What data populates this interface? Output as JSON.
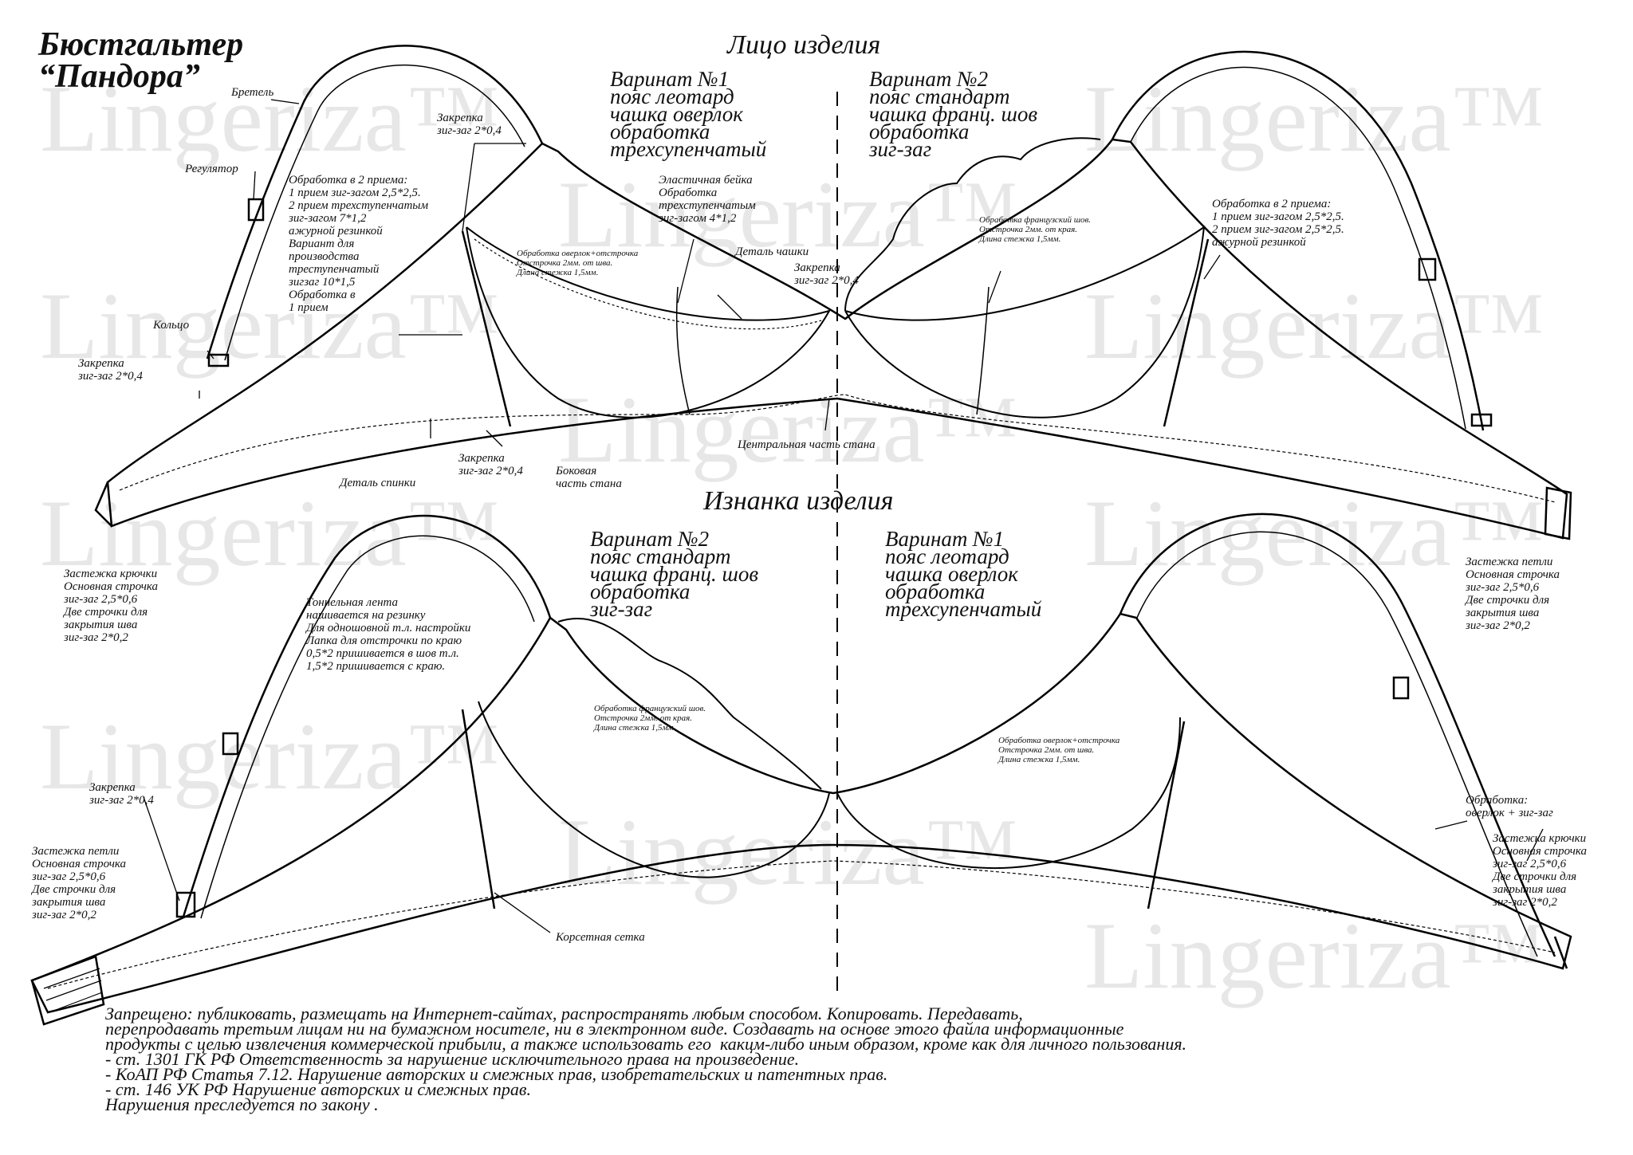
{
  "title": "Бюстгальтер\n“Пандора”",
  "watermark": "Lingeriza™",
  "front": {
    "heading": "Лицо изделия",
    "variant1": "Варинат №1\nпояс леотард\nчашка оверлок\nобработка\nтрехсупенчатый",
    "variant2": "Варинат №2\nпояс стандарт\nчашка франц. шов\nобработка\nзиг-заг",
    "labels": {
      "bretel": "Бретель",
      "regulator": "Регулятор",
      "zakrepka_top": "Закрепка\nзиг-заг 2*0,4",
      "obrabotka_left": "Обработка в 2 приема:\n1 прием зиг-загом 2,5*2,5.\n2 прием трехступенчатым\nзиг-загом 7*1,2\nажурной резинкой\nВариант для\nпроизводства\nтреступенчатый\nзигзаг 10*1,5\nОбработка в\n1 прием",
      "elastic": "Эластичная бейка\nОбработка\nтрехступенчатым\nзиг-загом 4*1,2",
      "overlock_small": "Обработка оверлок+отстрочка\nОтстрочка 2мм. от шва.\nДлина стежка 1,5мм.",
      "cup_detail": "Деталь чашки",
      "zakrepka_center": "Закрепка\nзиг-заг 2*0,4",
      "french_small": "Обработка французский шов.\nОтстрочка 2мм. от края.\nДлина стежка 1,5мм.",
      "obrabotka_right": "Обработка в 2 приема:\n1 прием зиг-загом 2,5*2,5.\n2 прием зиг-загом 2,5*2,5.\nажурной резинкой",
      "ring": "Кольцо",
      "zakrepka_left": "Закрепка\nзиг-заг 2*0,4",
      "zakrepka_bottom": "Закрепка\nзиг-заг 2*0,4",
      "side": "Боковая\nчасть стана",
      "back": "Деталь спинки",
      "center": "Центральная часть стана"
    }
  },
  "back": {
    "heading": "Изнанка изделия",
    "variant2": "Варинат №2\nпояс стандарт\nчашка франц. шов\nобработка\nзиг-заг",
    "variant1": "Варинат №1\nпояс леотард\nчашка оверлок\nобработка\nтрехсупенчатый",
    "labels": {
      "hooks_left": "Застежка крючки\nОсновная строчка\nзиг-заг 2,5*0,6\nДве строчки для\nзакрытия шва\nзиг-заг 2*0,2",
      "tunnel": "Тоннельная лента\nнашивается на резинку\nДля одношовной т.л. настройки\nЛапка для отстрочки по краю\n0,5*2 пришивается в шов т.л.\n1,5*2 пришивается с краю.",
      "french_small": "Обработка французский шов.\nОтстрочка 2мм. от края.\nДлина стежка 1,5мм.",
      "overlock_small": "Обработка оверлок+отстрочка\nОтстрочка 2мм. от шва.\nДлина стежка 1,5мм.",
      "loops_right": "Застежка петли\nОсновная строчка\nзиг-заг 2,5*0,6\nДве строчки для\nзакрытия шва\nзиг-заг 2*0,2",
      "zakrepka": "Закрепка\nзиг-заг 2*0,4",
      "loops_left": "Застежка петли\nОсновная строчка\nзиг-заг 2,5*0,6\nДве строчки для\nзакрытия шва\nзиг-заг 2*0,2",
      "corset": "Корсетная сетка",
      "overlock_zigzag": "Обработка:\nоверлок + зиг-заг",
      "hooks_right": "Застежка крючки\nОсновная строчка\nзиг-заг 2,5*0,6\nДве строчки для\nзакрытия шва\nзиг-заг 2*0,2"
    }
  },
  "footer": "Запрещено: публиковать, размещать на Интернет-сайтах, распространять любым способом. Копировать. Передавать,\nперепродавать третьим лицам ни на бумажном носителе, ни в электронном виде. Создавать на основе этого файла информационные\nпродукты с целью извлечения коммерческой прибыли, а также использовать его  какцм-либо иным образом, кроме как для личного пользования.\n- ст. 1301 ГК РФ Ответственность за нарушение исключительного права на произведение.\n- КоАП РФ Статья 7.12. Нарушение авторских и смежных прав, изобретательских и патентных прав.\n- ст. 146 УК РФ Нарушение авторских и смежных прав.\nНарушения преследуется по закону ."
}
